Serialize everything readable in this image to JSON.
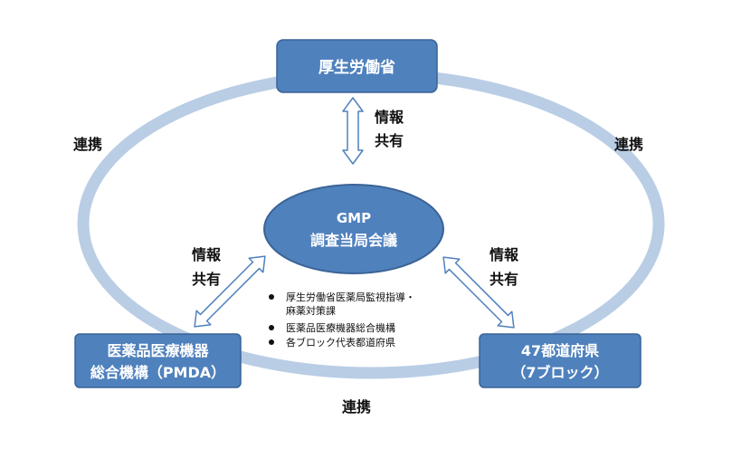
{
  "nodes": {
    "mhlw": "厚生労働省",
    "center": {
      "line1": "GMP",
      "line2": "調査当局会議"
    },
    "pmda": {
      "line1": "医薬品医療機器",
      "line2": "総合機構（PMDA）"
    },
    "prefectures": {
      "line1": "47都道府県",
      "line2": "（7ブロック）"
    }
  },
  "links": {
    "cooperation_left": "連携",
    "cooperation_right": "連携",
    "cooperation_bottom": "連携"
  },
  "info_sharing": {
    "top": {
      "line1": "情報",
      "line2": "共有"
    },
    "left": {
      "line1": "情報",
      "line2": "共有"
    },
    "right": {
      "line1": "情報",
      "line2": "共有"
    }
  },
  "members": [
    "厚生労働省医薬局監視指導・",
    "麻薬対策課",
    "医薬品医療機器総合機構",
    "各ブロック代表都道府県"
  ],
  "colors": {
    "box_fill": "#4f81bd",
    "box_stroke": "#3a6395",
    "ring": "#b9cde5",
    "arrow_fill": "#ffffff",
    "arrow_stroke": "#4f81bd"
  }
}
